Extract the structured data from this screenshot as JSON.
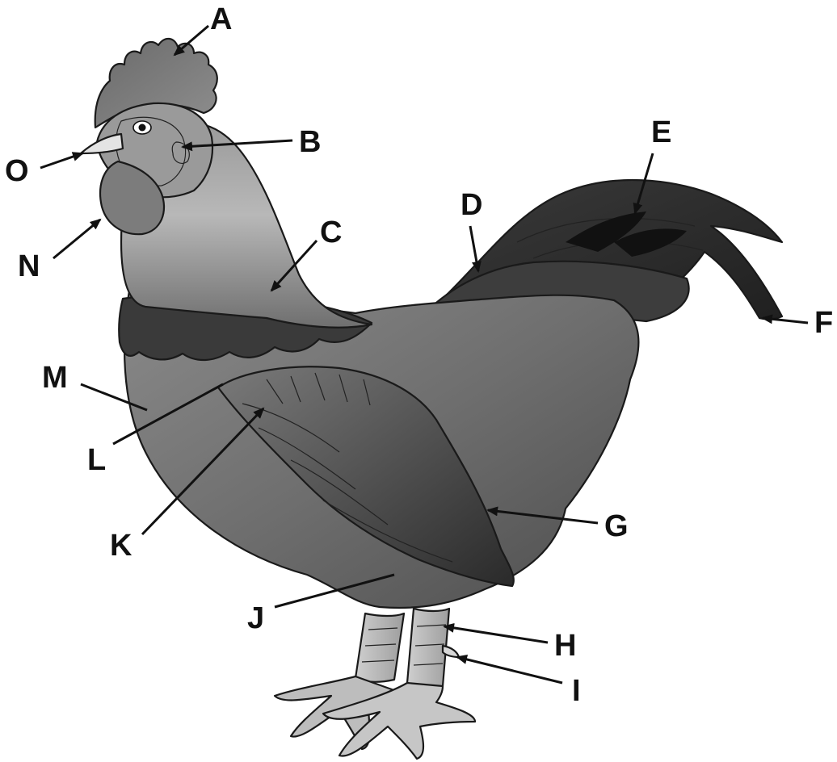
{
  "diagram": {
    "subject": "rooster",
    "callouts": [
      {
        "id": "A",
        "letter": "A"
      },
      {
        "id": "B",
        "letter": "B"
      },
      {
        "id": "C",
        "letter": "C"
      },
      {
        "id": "D",
        "letter": "D"
      },
      {
        "id": "E",
        "letter": "E"
      },
      {
        "id": "F",
        "letter": "F"
      },
      {
        "id": "G",
        "letter": "G"
      },
      {
        "id": "H",
        "letter": "H"
      },
      {
        "id": "I",
        "letter": "I"
      },
      {
        "id": "J",
        "letter": "J"
      },
      {
        "id": "K",
        "letter": "K"
      },
      {
        "id": "L",
        "letter": "L"
      },
      {
        "id": "M",
        "letter": "M"
      },
      {
        "id": "N",
        "letter": "N"
      },
      {
        "id": "O",
        "letter": "O"
      }
    ]
  }
}
